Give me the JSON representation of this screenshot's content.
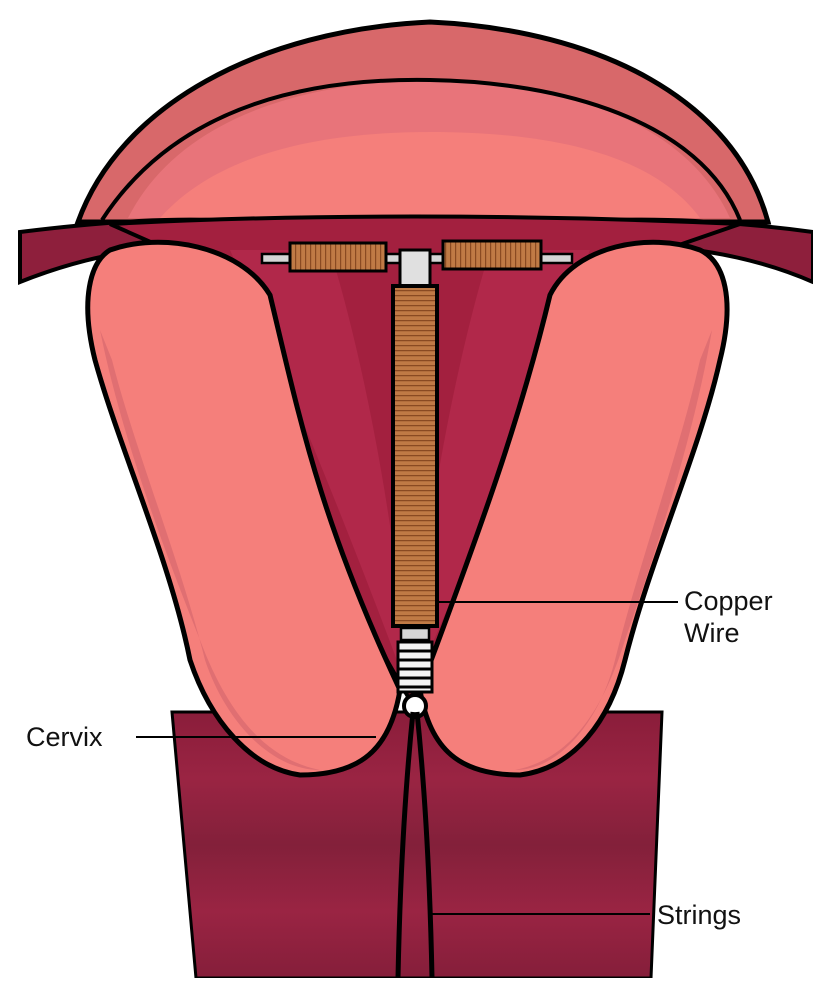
{
  "labels": {
    "copper_wire": [
      "Copper",
      "Wire"
    ],
    "cervix": "Cervix",
    "strings": "Strings"
  },
  "colors": {
    "background": "#ffffff",
    "fundus_outer": "#d8686a",
    "fundus_inner": "#f2797a",
    "tissue_light": "#f57f7b",
    "tissue_mid": "#e06f72",
    "tissue_shadow": "#c9565e",
    "cavity": "#a3203f",
    "cavity_dark": "#7f1a35",
    "canal": "#8e1f3c",
    "copper": "#c07a45",
    "copper_line": "#8a4a22",
    "frame": "#d6d6d6",
    "outline": "#000000"
  },
  "icons": {
    "device": "t-shaped-iud-icon"
  }
}
